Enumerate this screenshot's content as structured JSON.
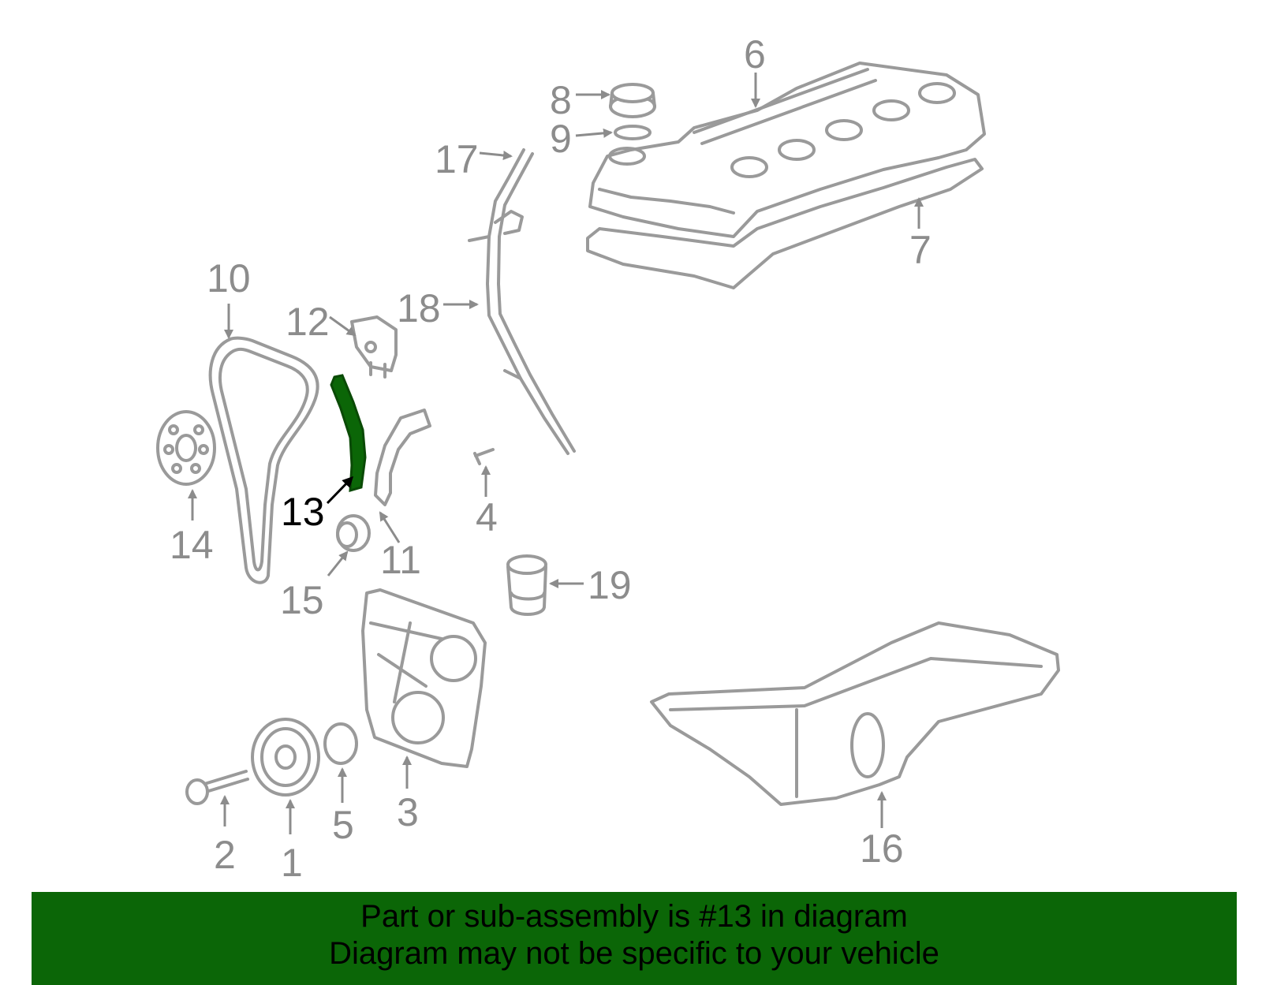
{
  "callouts": [
    "1",
    "2",
    "3",
    "4",
    "5",
    "6",
    "7",
    "8",
    "9",
    "10",
    "11",
    "12",
    "13",
    "14",
    "15",
    "16",
    "17",
    "18",
    "19"
  ],
  "highlight": {
    "part_number": "13",
    "color": "#0b6607",
    "label_color": "#000000"
  },
  "colors": {
    "line_art": "#9a9a9a",
    "callout_text": "#8c8c8c",
    "banner_bg": "#0b6607",
    "banner_text": "#000000"
  },
  "banner": {
    "line1": "Part or sub-assembly is #13 in diagram",
    "line2": "Diagram may not be specific to your vehicle"
  }
}
